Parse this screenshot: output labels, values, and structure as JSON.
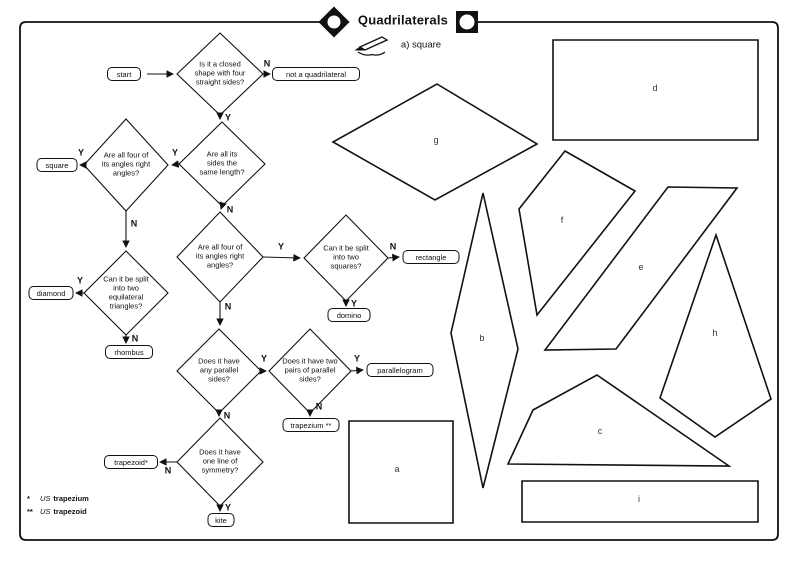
{
  "header": {
    "title": "Quadrilaterals",
    "answer": "a) square"
  },
  "flow": {
    "yes": "Y",
    "no": "N",
    "start_label": "start",
    "decisions": [
      {
        "text": "Is it a closed shape with four straight sides?"
      },
      {
        "text": "Are all its sides the same length?"
      },
      {
        "text": "Are all four of its angles right angles?"
      },
      {
        "text": "Can it be split into two equilateral triangles?"
      },
      {
        "text": "Are all four of its angles right angles?"
      },
      {
        "text": "Can it be split into two squares?"
      },
      {
        "text": "Does it have any parallel sides?"
      },
      {
        "text": "Does it have two pairs of parallel sides?"
      },
      {
        "text": "Does it have one line of symmetry?"
      }
    ],
    "terminals": {
      "not_quadrilateral": "not a quadrilateral",
      "square": "square",
      "diamond": "diamond",
      "rhombus": "rhombus",
      "rectangle": "rectangle",
      "domino": "domino",
      "parallelogram": "parallelogram",
      "trapezium": "trapezium **",
      "trapezoid": "trapezoid*",
      "kite": "kite"
    }
  },
  "shapes": {
    "a": "a",
    "b": "b",
    "c": "c",
    "d": "d",
    "e": "e",
    "f": "f",
    "g": "g",
    "h": "h",
    "i": "i"
  },
  "footnotes": [
    {
      "marker": "*",
      "region": "US",
      "term": "trapezium"
    },
    {
      "marker": "**",
      "region": "US",
      "term": "trapezoid"
    }
  ]
}
